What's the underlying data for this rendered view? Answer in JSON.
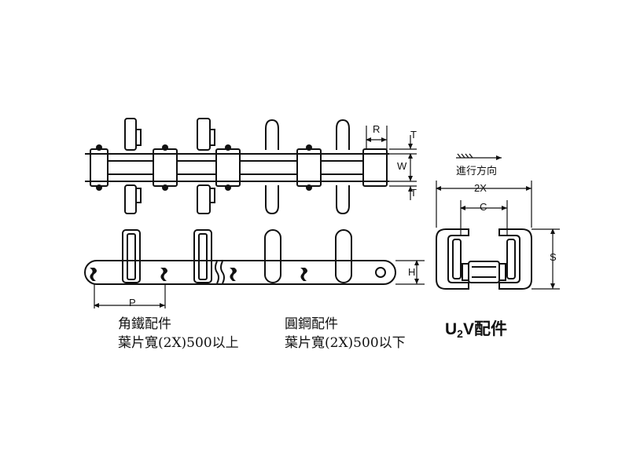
{
  "captions": {
    "left_line1": "角鐵配件",
    "left_line2": "葉片寬(2X)500以上",
    "mid_line1": "圓鋼配件",
    "mid_line2": "葉片寬(2X)500以下",
    "right_title_u": "U",
    "right_title_sub": "2",
    "right_title_rest": "V配件"
  },
  "dimensions": {
    "T_top": "T",
    "W": "W",
    "T_bottom": "T",
    "R": "R",
    "H": "H",
    "P": "P",
    "twoX": "2X",
    "C": "C",
    "S": "S"
  },
  "direction_label": "進行方向",
  "colors": {
    "ink": "#111111",
    "paper": "#ffffff"
  }
}
